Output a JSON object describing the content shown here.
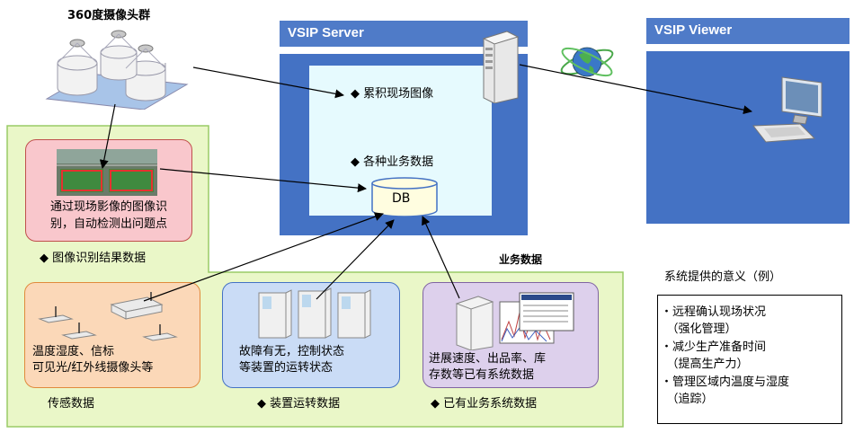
{
  "camera_group": {
    "title": "360度摄像头群"
  },
  "server": {
    "title": "VSIP Server",
    "item1": "◆ 累积现场图像",
    "item2": "◆ 各种业务数据",
    "db_label": "DB"
  },
  "viewer": {
    "title": "VSIP Viewer"
  },
  "image_recognition": {
    "line1": "通过现场影像的图像识",
    "line2": "别，自动检测出问题点",
    "caption": "◆ 图像识别结果数据"
  },
  "business_data_label": "业务数据",
  "sensor_box": {
    "line1": "温度湿度、信标",
    "line2": "可见光/红外线摄像头等",
    "caption": "传感数据"
  },
  "equipment_box": {
    "line1": "故障有无，控制状态",
    "line2": "等装置的运转状态",
    "caption": "◆ 装置运转数据"
  },
  "system_box": {
    "line1": "进展速度、出品率、库",
    "line2": "存数等已有系统数据",
    "caption": "◆ 已有业务系统数据"
  },
  "meaning": {
    "title": "系统提供的意义（例）",
    "items": [
      "・远程确认现场状况",
      "　（强化管理）",
      "・减少生产准备时间",
      "　（提高生产力）",
      "・管理区域内温度与湿度",
      "　（追踪）"
    ]
  },
  "colors": {
    "green_bg": "#eaf7c8",
    "green_border": "#99cc66",
    "blue_panel": "#4472c4",
    "blue_title": "#4f7bc8",
    "cyan_inner": "#e6fafe",
    "pink_box": "#f9c7cc",
    "orange_box": "#fbd8b8",
    "blue_box": "#cadcf6",
    "purple_box": "#ddd0ec"
  },
  "icons": [
    "server-icon",
    "globe-icon",
    "computer-icon",
    "camera-icon",
    "sensor-icon",
    "cabinet-icon",
    "chart-icon"
  ]
}
